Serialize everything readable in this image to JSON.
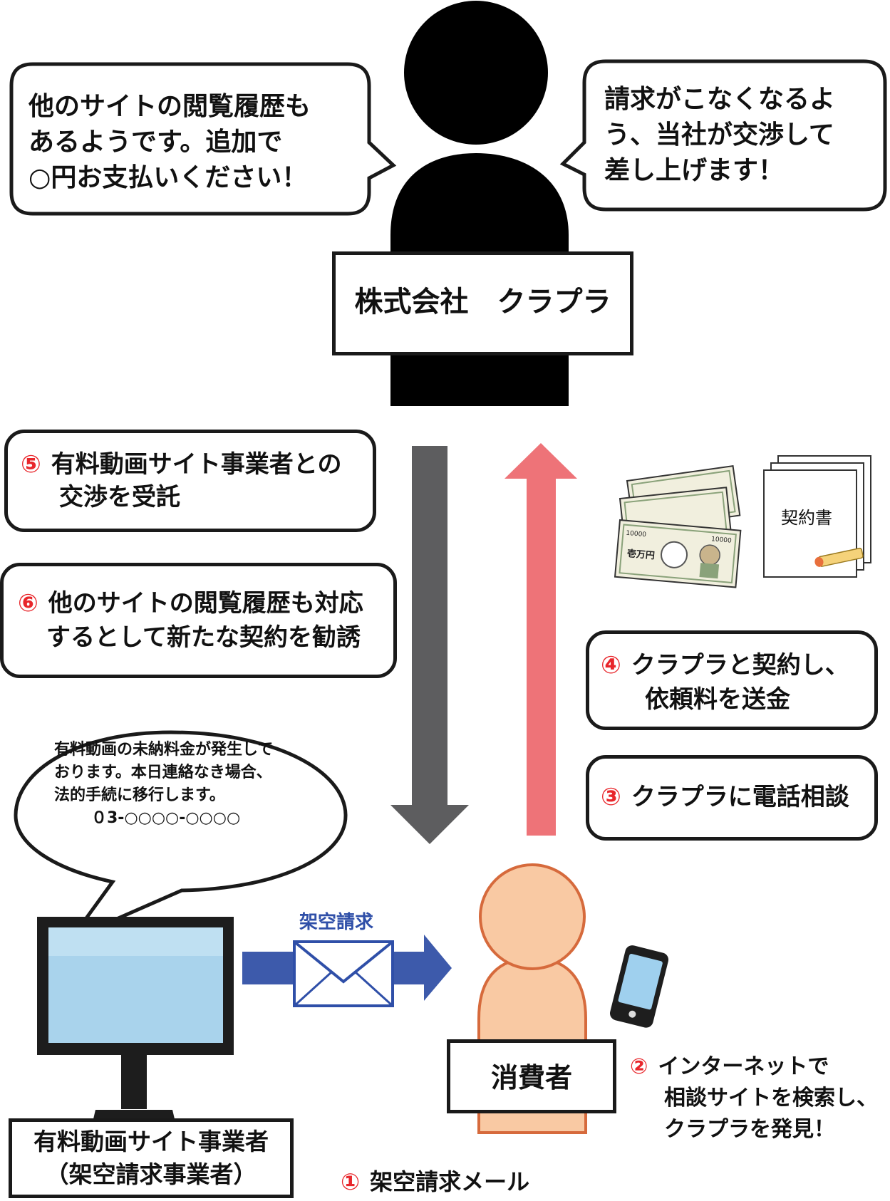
{
  "speech": {
    "left": [
      "他のサイトの閲覧履歴も",
      "あるようです。追加で",
      "○円お支払いください！"
    ],
    "right": [
      "請求がこなくなるよ",
      "う、当社が交渉して",
      "差し上げます！"
    ]
  },
  "company_name": "株式会社　クラプラ",
  "steps": {
    "s5": {
      "num": "⑤",
      "line1": "有料動画サイト事業者との",
      "line2": "交渉を受託"
    },
    "s6": {
      "num": "⑥",
      "line1": "他のサイトの閲覧履歴も対応",
      "line2": "するとして新たな契約を勧誘"
    },
    "s4": {
      "num": "④",
      "line1": "クラプラと契約し、",
      "line2": "依頼料を送金"
    },
    "s3": {
      "num": "③",
      "line1": "クラプラに電話相談"
    },
    "s2": {
      "num": "②",
      "line1": "インターネットで",
      "line2": "相談サイトを検索し、",
      "line3": "クラプラを発見！"
    },
    "s1": {
      "num": "①",
      "line1": "架空請求メール"
    }
  },
  "contract_label": "契約書",
  "banknote": {
    "value": "10000",
    "kanji": "壱万円"
  },
  "scam_message": [
    "有料動画の未納料金が発生して",
    "おります。本日連絡なき場合、",
    "法的手続に移行します。",
    "０3-○○○○-○○○○"
  ],
  "mail_label": "架空請求",
  "consumer_label": "消費者",
  "operator_label": [
    "有料動画サイト事業者",
    "（架空請求事業者）"
  ],
  "colors": {
    "down_arrow": "#5d5d5f",
    "up_arrow": "#ee7378",
    "mail_arrow": "#3d5aab",
    "number": "#e8262b",
    "consumer_fill": "#f9c9a3",
    "consumer_stroke": "#d66a3c"
  }
}
